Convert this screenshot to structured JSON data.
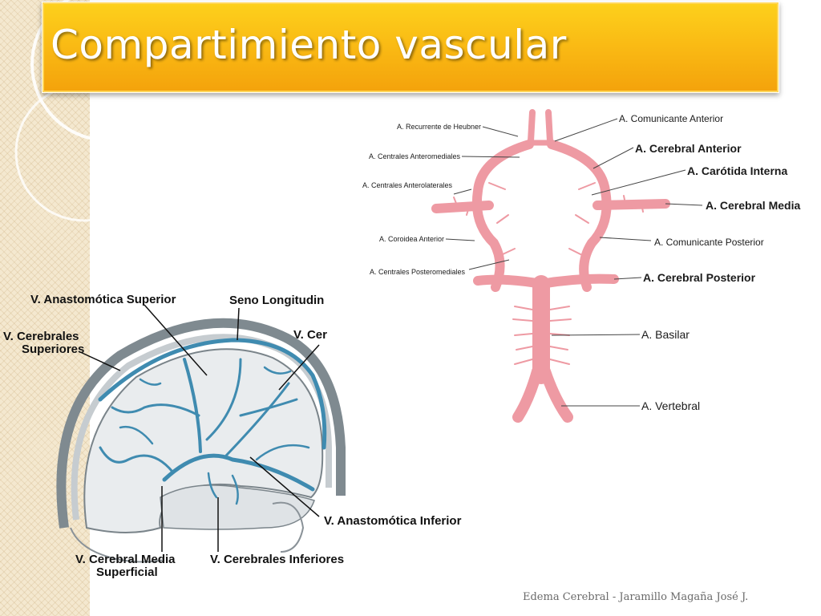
{
  "slide": {
    "title": "Compartimiento vascular",
    "footer": "Edema Cerebral - Jaramillo Magaña José J."
  },
  "colors": {
    "title_bar": "#f9b713",
    "artery": "#f0a0a8",
    "vein": "#3f8bb0"
  },
  "circle_of_willis": {
    "left_labels": [
      "A. Recurrente de Heubner",
      "A. Centrales Anteromediales",
      "A. Centrales Anterolaterales",
      "A. Coroidea Anterior",
      "A. Centrales Posteromediales"
    ],
    "right_labels": [
      "A. Comunicante Anterior",
      "A. Cerebral Anterior",
      "A. Carótida Interna",
      "A. Cerebral Media",
      "A. Comunicante Posterior",
      "A. Cerebral Posterior",
      "A. Basilar",
      "A. Vertebral"
    ]
  },
  "brain_veins": {
    "labels": {
      "anastomotica_superior": "V. Anastomótica Superior",
      "seno_longitudinal": "Seno Longitudin",
      "cerebrales_superiores_1": "V. Cerebrales",
      "cerebrales_superiores_2": "Superiores",
      "cer": "V. Cer",
      "anastomotica_inferior": "V. Anastomótica Inferior",
      "cerebral_media_1": "V. Cerebral Media",
      "cerebral_media_2": "Superficial",
      "cerebrales_inferiores": "V. Cerebrales Inferiores"
    }
  }
}
